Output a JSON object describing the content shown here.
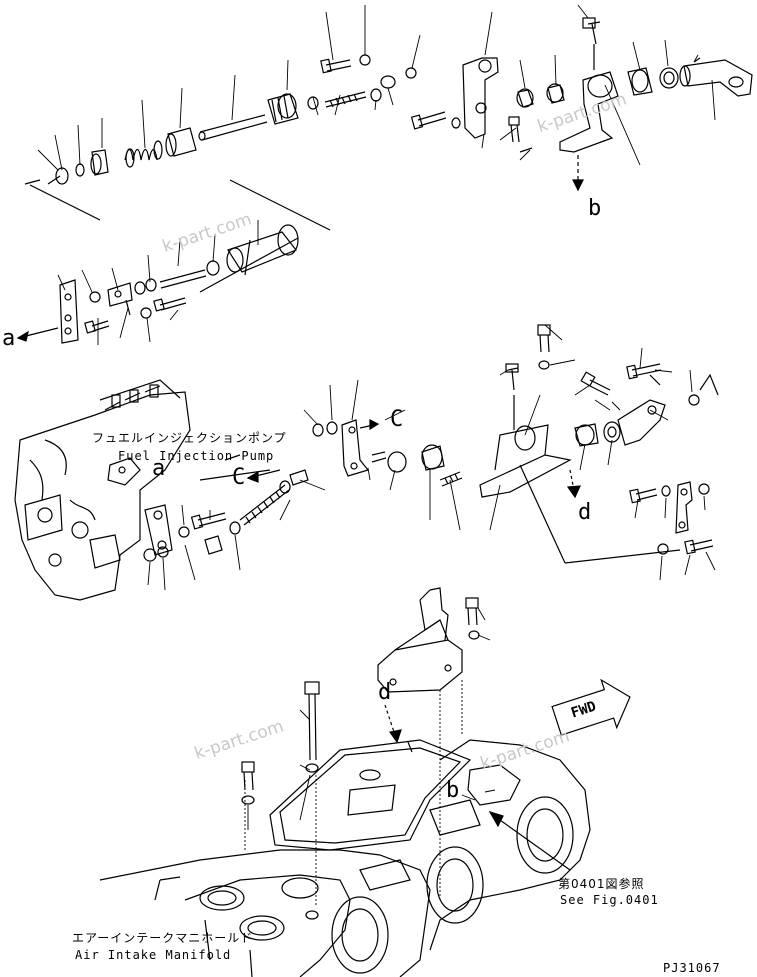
{
  "diagram": {
    "watermarks": [
      "k-part.com",
      "k-part.com",
      "k-part.com",
      "k-part.com"
    ],
    "callouts": {
      "a_upper": "a",
      "a_lower": "a",
      "b_upper": "b",
      "b_lower": "b",
      "c_upper": "C",
      "c_lower": "C",
      "d_mid": "d",
      "d_lower": "d"
    },
    "pump_label": {
      "jp": "フュエルインジェクションポンプ",
      "en": "Fuel Injection Pump"
    },
    "manifold_label": {
      "jp": "エアーインテークマニホールド",
      "en": "Air Intake Manifold"
    },
    "ref_label": {
      "jp": "第0401図参照",
      "en": "See Fig.0401"
    },
    "fwd_label": "FWD",
    "figure_code": "PJ31067"
  }
}
